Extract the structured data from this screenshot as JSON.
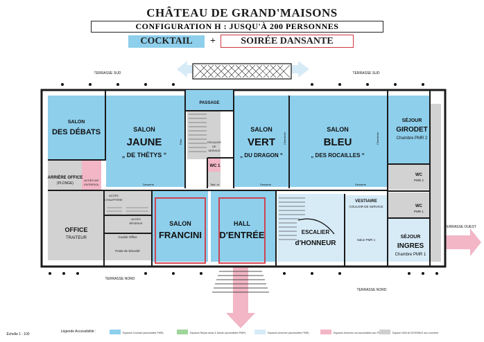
{
  "header": {
    "title": "CHÂTEAU DE GRAND'MAISONS",
    "subtitle": "CONFIGURATION H : JUSQU'À 200 PERSONNES",
    "tag_cocktail": "COCKTAIL",
    "tag_plus": "+",
    "tag_soiree": "SOIRÉE DANSANTE"
  },
  "terraces": {
    "sud_left": "TERRASSE SUD",
    "sud_right": "TERRASSE SUD",
    "nord_left": "TERRASSE NORD",
    "nord_right": "TERRASSE NORD",
    "ouest": "TERRASSE OUEST"
  },
  "rooms": {
    "salon_debats": [
      "SALON",
      "DES DÉBATS"
    ],
    "salon_jaune": [
      "SALON",
      "JAUNE",
      "„ DE THÉTYS “"
    ],
    "passage": "PASSAGE",
    "salon_vert": [
      "SALON",
      "VERT",
      "„ DU DRAGON “"
    ],
    "salon_bleu": [
      "SALON",
      "BLEU",
      "„ DES ROCAILLES “"
    ],
    "sejour_girodet": [
      "SÉJOUR",
      "GIRODET",
      "Chambre PMR 2"
    ],
    "arriere_office": [
      "ARRIÈRE OFFICE",
      "(PLONGE)"
    ],
    "acces_wc": [
      "ACCÈS WC",
      "ENTRESOL"
    ],
    "escalier_service": [
      "ESCALIER",
      "DE",
      "SERVICE"
    ],
    "wc1": "WC 1",
    "tabl_el": "Tabl. él.",
    "desserte1": "Desserte",
    "desserte2": "Desserte",
    "desserte3": "Desserte",
    "palis": "Palis",
    "cheminee1": "Cheminée",
    "cheminee2": "Cheminée",
    "office": [
      "OFFICE",
      "TRAITEUR"
    ],
    "acces_chaufferie": [
      "ACCÈS",
      "CHAUFFERIE"
    ],
    "acces_reserve": [
      "ACCÈS",
      "RÉSERVE"
    ],
    "couloir_office": "Couloir Office",
    "poste_securite": "Poste de Sécurité",
    "salon_francini": [
      "SALON",
      "FRANCINI"
    ],
    "hall_entree": [
      "HALL",
      "D'ENTRÉE"
    ],
    "escalier_honneur": [
      "ESCALIER",
      "d'HONNEUR"
    ],
    "vestiaire": [
      "VESTIAIRE",
      "COULOIR DE SERVICE"
    ],
    "wc_pmr2": [
      "WC",
      "PMR 2"
    ],
    "wc_pmr1": [
      "WC",
      "PMR 1"
    ],
    "salon_pmr1": "Salon PMR 1",
    "sejour_ingres": [
      "SÉJOUR",
      "INGRES",
      "Chambre PMR 1"
    ]
  },
  "footer": {
    "scale": "Échelle 1 : 100",
    "legend_title": "Légende Accessibilité :",
    "legend_items": [
      {
        "label": "Espaces Cocktail (accessibles PMR)",
        "color": "#8ecfec"
      },
      {
        "label": "Espaces Repas assis & Danse (accessibles PMR)",
        "color": "#9fd59a"
      },
      {
        "label": "Espaces Annexes (accessibles PMR)",
        "color": "#d7ebf7"
      },
      {
        "label": "Espaces Annexes non accessibles aux PMR",
        "color": "#f2b6c6"
      },
      {
        "label": "Espace NON ACCESSIBLE aux convives",
        "color": "#cfcfcf"
      }
    ]
  },
  "colors": {
    "cocktail_blue": "#8ecfec",
    "annex_light": "#d7ebf7",
    "grey": "#d2d2d2",
    "pink": "#f2b6c6",
    "highlight_red": "#d23540",
    "wall": "#1a1a1a"
  }
}
